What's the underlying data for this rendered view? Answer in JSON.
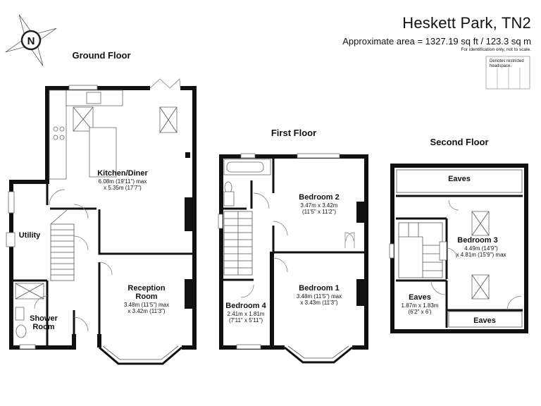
{
  "header": {
    "title": "Heskett Park, TN2",
    "area": "Approximate area = 1327.19 sq ft / 123.3 sq m",
    "disclaimer": "For identification only, not to scale.",
    "legend_text": "Denotes restricted headspace."
  },
  "compass": {
    "letter": "N"
  },
  "floors": {
    "ground": "Ground Floor",
    "first": "First Floor",
    "second": "Second Floor"
  },
  "rooms": {
    "kitchen": {
      "name": "Kitchen/Diner",
      "dim1": "6.08m (19'11\") max",
      "dim2": "x 5.35m (17'7\")"
    },
    "utility": {
      "name": "Utility"
    },
    "reception": {
      "name1": "Reception",
      "name2": "Room",
      "dim1": "3.48m (11'5\") max",
      "dim2": "x 3.42m (11'3\")"
    },
    "shower": {
      "name1": "Shower",
      "name2": "Room"
    },
    "bed2": {
      "name": "Bedroom 2",
      "dim1": "3.47m x 3.42m",
      "dim2": "(11'5\" x 11'2\")"
    },
    "bed1": {
      "name": "Bedroom 1",
      "dim1": "3.48m (11'5\") max",
      "dim2": "x 3.43m (11'3\")"
    },
    "bed4": {
      "name": "Bedroom 4",
      "dim1": "2.41m x 1.81m",
      "dim2": "(7'11\" x 5'11\")"
    },
    "eaves_top": {
      "name": "Eaves"
    },
    "bed3": {
      "name": "Bedroom 3",
      "dim1": "4.49m (14'9\")",
      "dim2": "x 4.81m (15'9\") max"
    },
    "eaves_left": {
      "name": "Eaves",
      "dim1": "1.87m x 1.83m",
      "dim2": "(6'2\" x 6')"
    },
    "eaves_bottom": {
      "name": "Eaves"
    }
  }
}
